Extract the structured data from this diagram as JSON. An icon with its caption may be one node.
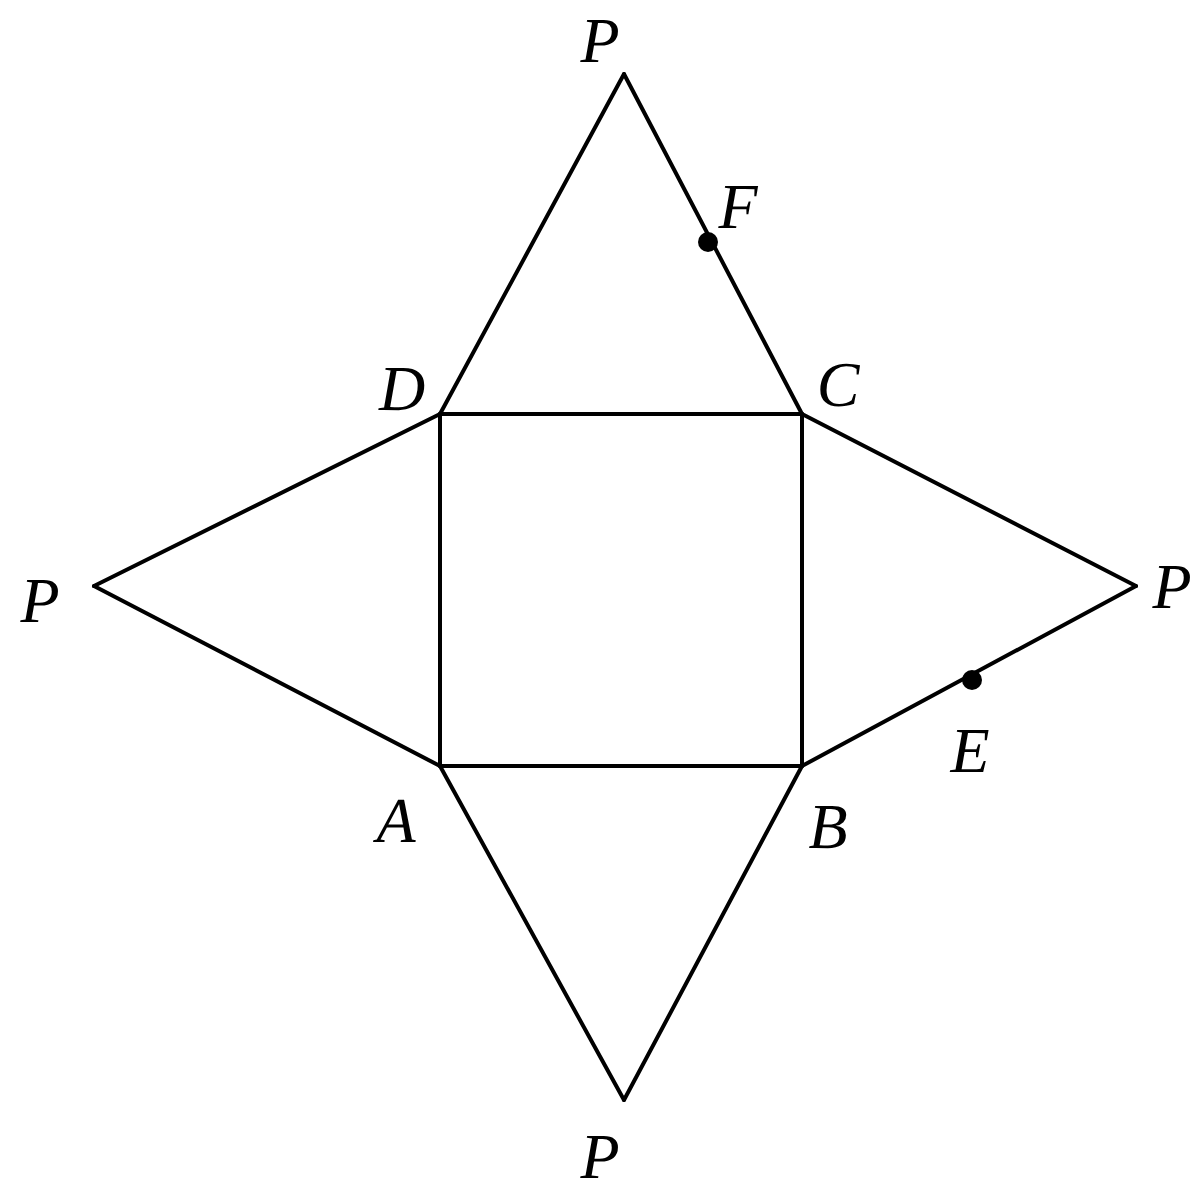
{
  "diagram": {
    "nodes": [
      {
        "text": [
          "P"
        ]
      },
      {
        "text": [
          "D"
        ]
      },
      {
        "text": [
          "C"
        ]
      },
      {
        "text": [
          "P"
        ]
      },
      {
        "text": [
          "P"
        ]
      },
      {
        "text": [
          "A"
        ]
      },
      {
        "text": [
          "B"
        ]
      },
      {
        "text": [
          "P"
        ]
      }
    ],
    "edges": [
      {
        "from": 1,
        "to": 2,
        "arrow": "none"
      },
      {
        "from": 2,
        "to": 6,
        "arrow": "none"
      },
      {
        "from": 6,
        "to": 5,
        "arrow": "none"
      },
      {
        "from": 5,
        "to": 1,
        "arrow": "none"
      },
      {
        "from": 0,
        "to": 1,
        "arrow": "none"
      },
      {
        "from": 0,
        "to": 2,
        "arrow": "none"
      },
      {
        "from": 3,
        "to": 1,
        "arrow": "none"
      },
      {
        "from": 3,
        "to": 5,
        "arrow": "none"
      },
      {
        "from": 4,
        "to": 2,
        "arrow": "none"
      },
      {
        "from": 4,
        "to": 6,
        "arrow": "none"
      },
      {
        "from": 7,
        "to": 5,
        "arrow": "none"
      },
      {
        "from": 7,
        "to": 6,
        "arrow": "none"
      }
    ],
    "labels": [
      "F",
      "E"
    ]
  }
}
